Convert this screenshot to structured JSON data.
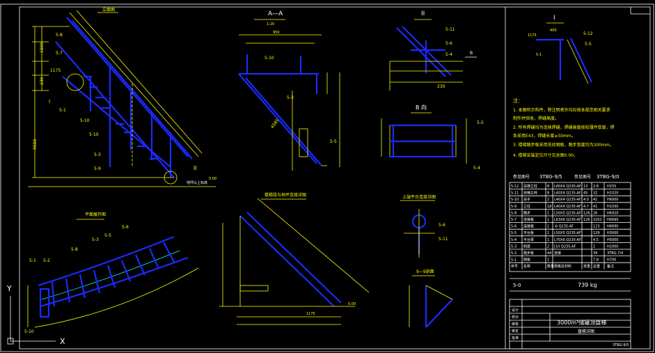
{
  "sections": {
    "elevation_title": "立面图",
    "section_aa": "A—A",
    "detail_ii": "II",
    "detail_i": "I",
    "view_b": "B 向",
    "plan_view": "平面展开图",
    "lower_detail": "楼梯段与地坪连接详图",
    "upper_detail": "上端平台连接详图",
    "section_99": "9—9剖面",
    "scale_note": "1:20"
  },
  "labels": {
    "l58": "5-8",
    "l57": "5-7",
    "l51a": "5-1",
    "l510": "5-10",
    "l53": "5-3",
    "l59": "5-9",
    "l56": "5-6",
    "l55": "5-5",
    "l54": "5-4",
    "l512": "5-12",
    "l52": "5-2",
    "l511": "5-11",
    "dim_1175": "1175",
    "dim_1800": "1800",
    "dim_9500": "9500",
    "dim_4585": "4585",
    "dim_950": "950",
    "dim_230": "230",
    "dim_400": "400",
    "dim_1b": "I",
    "dim_2b": "II",
    "arrow_b": "B",
    "zero": "0.00",
    "ground": "地坪以上标高"
  },
  "notes": {
    "head": "注：",
    "lines": [
      "1. 本图所示构件，除注明者外均应按本规范相关要求",
      "   制作并验收，焊缝高度。",
      "2. 所有焊缝均为连续焊缝，焊缝高度按较薄件厚度，焊",
      "   条采用E43，焊缝长度≥50mm。",
      "3. 楼梯踏步板采用花纹钢板，踏步宽度均为300mm。",
      "4. 楼梯安装定位尺寸见总图0.00。"
    ]
  },
  "ref_codes": {
    "ref_label_left": "参见图号",
    "ref_left": "3TBG-9/5",
    "ref_label_right": "参见图号",
    "ref_right": "3TBG-9/0"
  },
  "bom": {
    "rows": [
      [
        "5-12",
        "扶梯立柱",
        "8",
        "L40X4  Q235-AF",
        "13",
        "2.8",
        "H255"
      ],
      [
        "5-11",
        "扶梯立柱",
        "8",
        "L40X4  Q235-AF",
        "45",
        "32",
        "H1020"
      ],
      [
        "5-10",
        "扶手",
        "2",
        "L40X4  Q235-AF",
        "4.0",
        "41",
        "H6000"
      ],
      [
        "5-9",
        "立柱",
        "18",
        "L40X4  Q235-AF",
        "4.7",
        "41",
        "H1030"
      ],
      [
        "5-8",
        "踏步",
        "1",
        "L50X5  Q235-AF",
        "126",
        "26",
        "H6920"
      ],
      [
        "5-7",
        "连接板",
        "1",
        "L63X6  Q235-AF",
        "126",
        "1052",
        "H6690"
      ],
      [
        "5-6",
        "连接板",
        "1",
        "-6  Q235-AF",
        "",
        "123",
        "H6690"
      ],
      [
        "5-5",
        "平台板",
        "1",
        "L50X5  Q235-AF",
        "",
        "129",
        "H3000"
      ],
      [
        "5-4",
        "平台梁",
        "1",
        "L70X6  Q235-AF",
        "",
        "4.5",
        "H5000"
      ],
      [
        "5-3",
        "斜梁",
        "2",
        "[10  Q235-AF",
        "",
        "2",
        "H2000"
      ],
      [
        "5-2",
        "踏步板",
        "44",
        "连接",
        "",
        "39",
        "3TBG-7/4"
      ],
      [
        "5-1",
        "侧板",
        "1",
        "",
        "",
        "7.8",
        "H700"
      ]
    ],
    "header": [
      "序号",
      "名称",
      "数量",
      "规格及材料",
      "单重",
      "总重",
      "备注"
    ],
    "total_label": "5-0",
    "total_value": "739 kg"
  },
  "title_block": {
    "project": "3000m³储罐顶盘梯",
    "drawing": "盘梯详图",
    "code": "3TBG-9/5",
    "rows": [
      "设计",
      "校对",
      "审核",
      "审定",
      "批准"
    ]
  },
  "ucs": {
    "x": "X",
    "y": "Y"
  }
}
